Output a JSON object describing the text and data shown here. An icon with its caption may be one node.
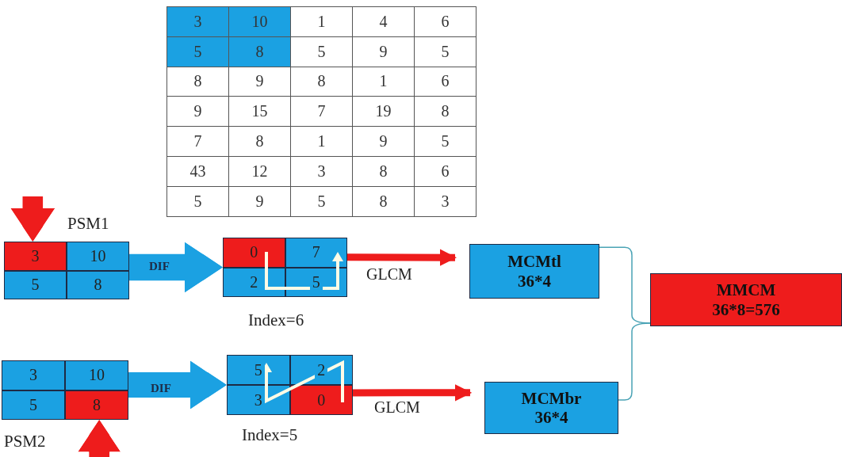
{
  "diagram": {
    "nodes": [
      {
        "text": [
          "PSM1",
          "3",
          "10",
          "5",
          "8"
        ]
      },
      {
        "text": [
          "0",
          "7",
          "2",
          "5"
        ],
        "beside": [
          "Index=6"
        ]
      },
      {
        "text": [
          "MCMtl",
          "36*4"
        ]
      },
      {
        "text": [
          "PSM2",
          "3",
          "10",
          "5",
          "8"
        ]
      },
      {
        "text": [
          "5",
          "2",
          "3",
          "0"
        ],
        "beside": [
          "Index=5"
        ]
      },
      {
        "text": [
          "MCMbr",
          "36*4"
        ]
      },
      {
        "text": [
          "MMCM",
          "36*8=576"
        ]
      }
    ],
    "edges": [
      {
        "from": null,
        "to": 0,
        "arrow": "to",
        "style": "thick",
        "color": "#ee1c1c"
      },
      {
        "from": 0,
        "to": 1,
        "arrow": "to",
        "label": "DIF",
        "style": "thick",
        "color": "#1ba1e2"
      },
      {
        "from": 1,
        "to": 2,
        "arrow": "to",
        "label": "GLCM",
        "color": "#ee1c1c"
      },
      {
        "from": null,
        "to": 3,
        "arrow": "to",
        "style": "thick",
        "color": "#ee1c1c"
      },
      {
        "from": 3,
        "to": 4,
        "arrow": "to",
        "label": "DIF",
        "style": "thick",
        "color": "#1ba1e2"
      },
      {
        "from": 4,
        "to": 5,
        "arrow": "to",
        "label": "GLCM",
        "color": "#ee1c1c"
      },
      {
        "from": 2,
        "to": 6,
        "arrow": "none",
        "color": "#4aa3b5"
      },
      {
        "from": 5,
        "to": 6,
        "arrow": "none",
        "color": "#4aa3b5"
      }
    ],
    "labels": [
      "3",
      "10",
      "1",
      "4",
      "6",
      "5",
      "8",
      "5",
      "9",
      "5",
      "8",
      "9",
      "8",
      "1",
      "6",
      "9",
      "15",
      "7",
      "19",
      "8",
      "7",
      "8",
      "1",
      "9",
      "5",
      "43",
      "12",
      "3",
      "8",
      "6",
      "5",
      "9",
      "5",
      "8",
      "3"
    ]
  }
}
